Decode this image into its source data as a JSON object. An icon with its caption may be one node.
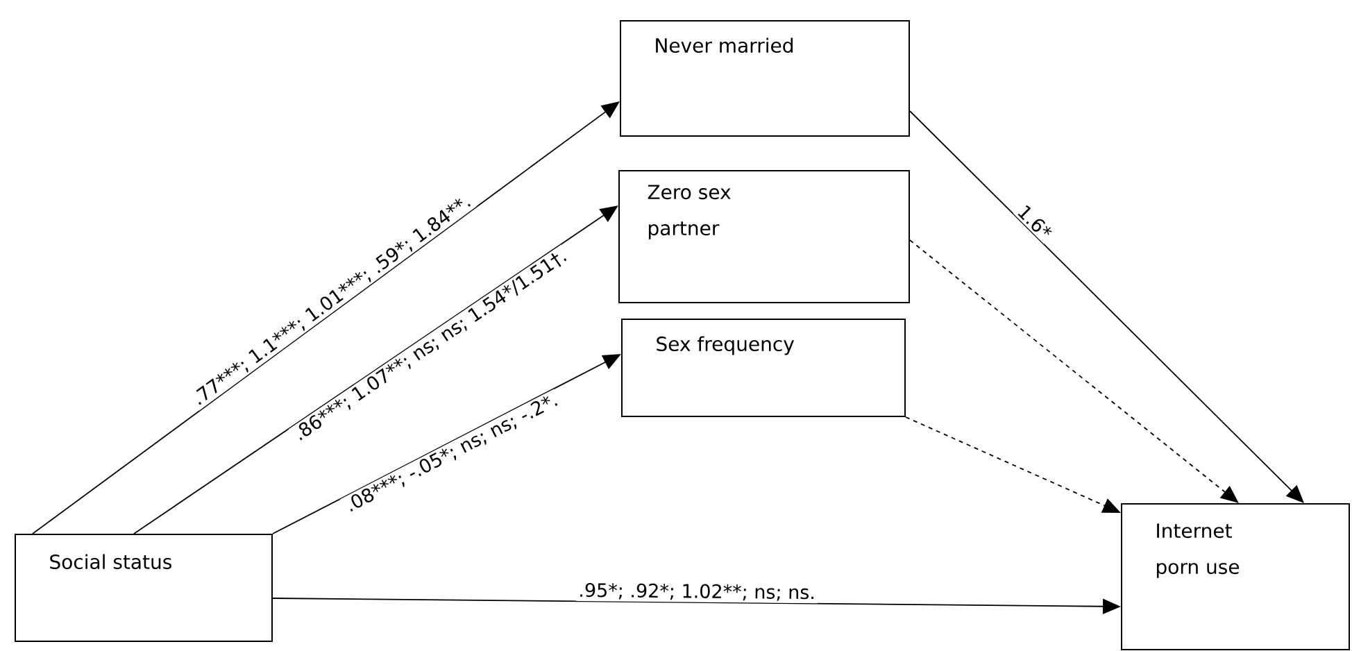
{
  "diagram": {
    "nodes": [
      {
        "text": [
          "Never married"
        ]
      },
      {
        "text": [
          "Zero sex partner"
        ]
      },
      {
        "text": [
          "Sex frequency"
        ]
      },
      {
        "text": [
          "Social status"
        ]
      },
      {
        "text": [
          "Internet porn use"
        ]
      }
    ],
    "edges": [
      {
        "from": 3,
        "to": 0,
        "arrow": "to",
        "label": ".77***; 1.1***; 1.01***; .59*; 1.84**."
      },
      {
        "from": 3,
        "to": 1,
        "arrow": "to",
        "label": ".86***; 1.07**; ns; ns; 1.54*/1.51†."
      },
      {
        "from": 3,
        "to": 2,
        "arrow": "to",
        "label": ".08***; -.05*; ns; ns; -.2*."
      },
      {
        "from": 3,
        "to": 4,
        "arrow": "to",
        "label": ".95*; .92*; 1.02**; ns; ns."
      },
      {
        "from": 0,
        "to": 4,
        "arrow": "to",
        "label": "1.6*"
      },
      {
        "from": 1,
        "to": 4,
        "arrow": "to",
        "style": "dashed"
      },
      {
        "from": 2,
        "to": 4,
        "arrow": "to",
        "style": "dashed"
      }
    ]
  }
}
